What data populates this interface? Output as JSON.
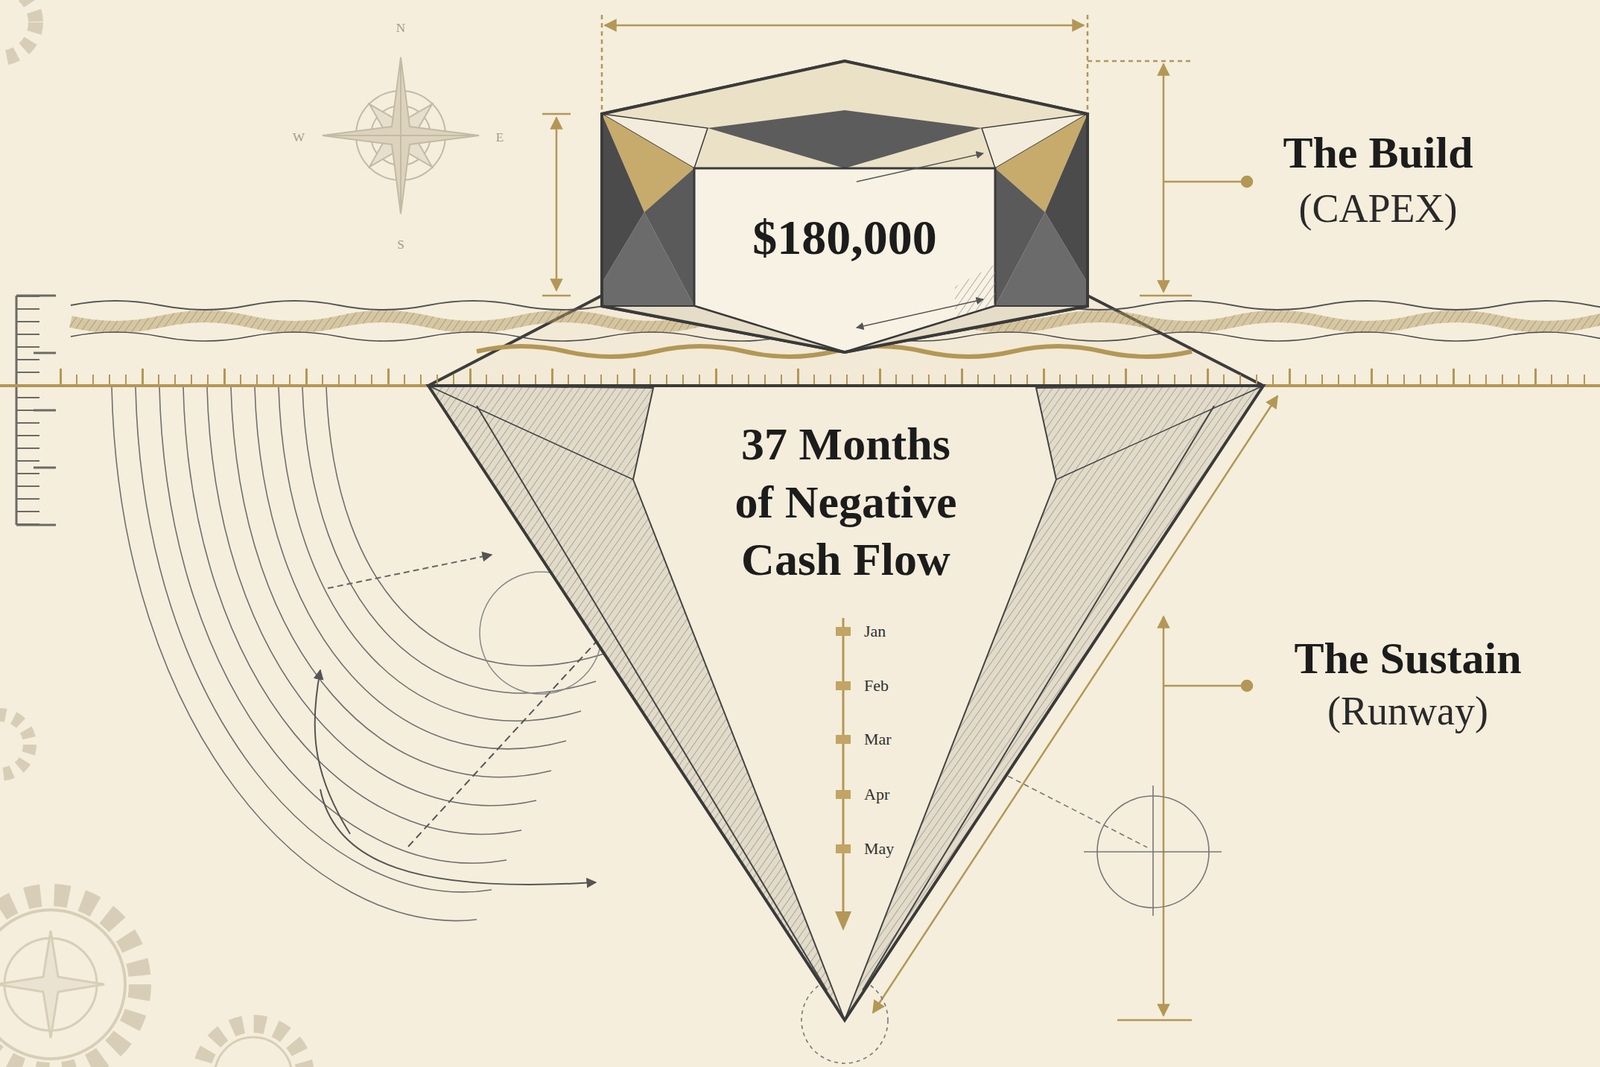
{
  "diagram": {
    "nodes": [
      {
        "text": [
          "$180,000"
        ]
      },
      {
        "text": [
          "37 Months of Negative Cash Flow"
        ]
      }
    ],
    "labels": [
      "N",
      "W",
      "E",
      "S",
      "The Build",
      "(CAPEX)",
      "The Sustain",
      "(Runway)",
      "Jan",
      "Feb",
      "Mar",
      "Apr",
      "May"
    ]
  }
}
